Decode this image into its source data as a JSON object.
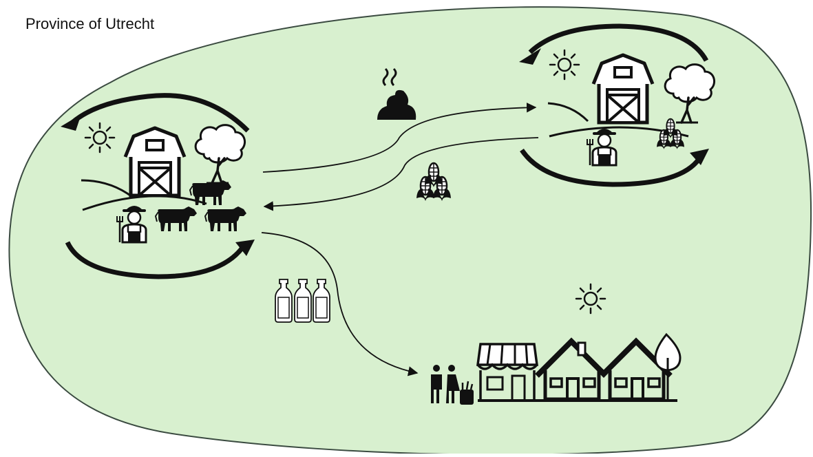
{
  "diagram": {
    "title": "Province of Utrecht",
    "colors": {
      "region_fill": "#d8f0cf",
      "region_stroke": "#3a4a40",
      "ink": "#111111",
      "light_ink": "#ffffff"
    },
    "nodes": [
      {
        "id": "dairy-farm",
        "icon": "barn-with-tree-cows-farmer-icon"
      },
      {
        "id": "arable-farm",
        "icon": "barn-with-tree-corn-farmer-icon"
      },
      {
        "id": "town",
        "icon": "shop-houses-tree-icon"
      },
      {
        "id": "consumers",
        "icon": "couple-with-groceries-icon"
      }
    ],
    "flows": [
      {
        "from": "dairy-farm",
        "to": "arable-farm",
        "icon": "manure-icon"
      },
      {
        "from": "arable-farm",
        "to": "dairy-farm",
        "icon": "corn-icon"
      },
      {
        "from": "dairy-farm",
        "to": "consumers",
        "icon": "milk-bottles-icon"
      }
    ],
    "cycles": [
      {
        "node": "dairy-farm",
        "icon": "cycle-arrows-icon"
      },
      {
        "node": "arable-farm",
        "icon": "cycle-arrows-icon"
      }
    ],
    "sun_icons": [
      "sun-icon",
      "sun-icon",
      "sun-icon"
    ]
  }
}
